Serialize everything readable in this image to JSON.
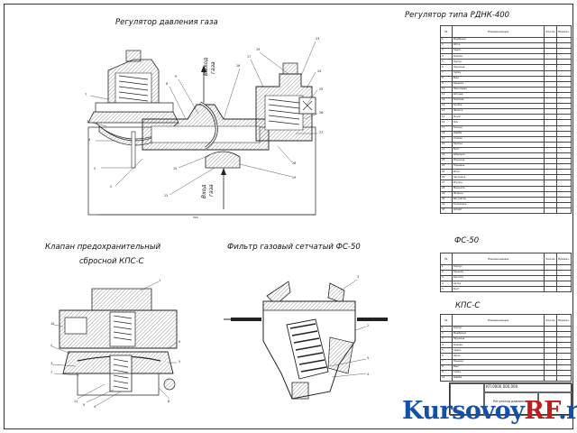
{
  "titles": {
    "regulator_pressure": "Регулятор давления газа",
    "regulator_type": "Регулятор типа РДНК-400",
    "valve_relief_line1": "Клапан предохранительный",
    "valve_relief_line2": "сбросной КПС-С",
    "filter": "Фильтр газовый сетчатый ФС-50",
    "spec_fs": "ФС-50",
    "spec_kps": "КПС-С"
  },
  "flow_labels": {
    "outlet_line1": "Выход",
    "outlet_line2": "газа",
    "inlet_line1": "Вход",
    "inlet_line2": "газа"
  },
  "table_header": {
    "num": "№",
    "name": "Наименование",
    "qty": "Кол-во",
    "note": "Примеч."
  },
  "spec_rdnk": [
    "Мембрана",
    "Шток",
    "Седло",
    "Клапан",
    "Корпус",
    "Пружина",
    "Гайка",
    "Винт",
    "Крышка",
    "Прокладка",
    "Штуцер",
    "Ниппель",
    "Трубка",
    "Фильтр",
    "Рычаг",
    "Ось",
    "Кольцо",
    "Шайба",
    "Стакан",
    "Пробка",
    "Болт",
    "Шпилька",
    "Плунжер",
    "Поршень",
    "Игла",
    "Заглушка",
    "Втулка",
    "Манжета",
    "Фланец",
    "Регулятор",
    "Толкатель",
    "Штифт"
  ],
  "spec_fs": [
    "Корпус",
    "Крышка",
    "Кассета",
    "Сетка",
    "Болт"
  ],
  "spec_kps": [
    "Корпус",
    "Мембрана",
    "Пружина",
    "Клапан",
    "Седло",
    "Шток",
    "Крышка",
    "Винт",
    "Гайка",
    "Шайба"
  ],
  "stamp": {
    "code": "КП.0000.000.000",
    "name": "Регулятор давления"
  },
  "watermark": {
    "part1": "Kursovoy",
    "part2": "RF",
    "part3": ".ru"
  },
  "colors": {
    "line": "#222222",
    "hatch": "#555555",
    "brand_blue": "#1450a8",
    "brand_red": "#c31b1b"
  }
}
